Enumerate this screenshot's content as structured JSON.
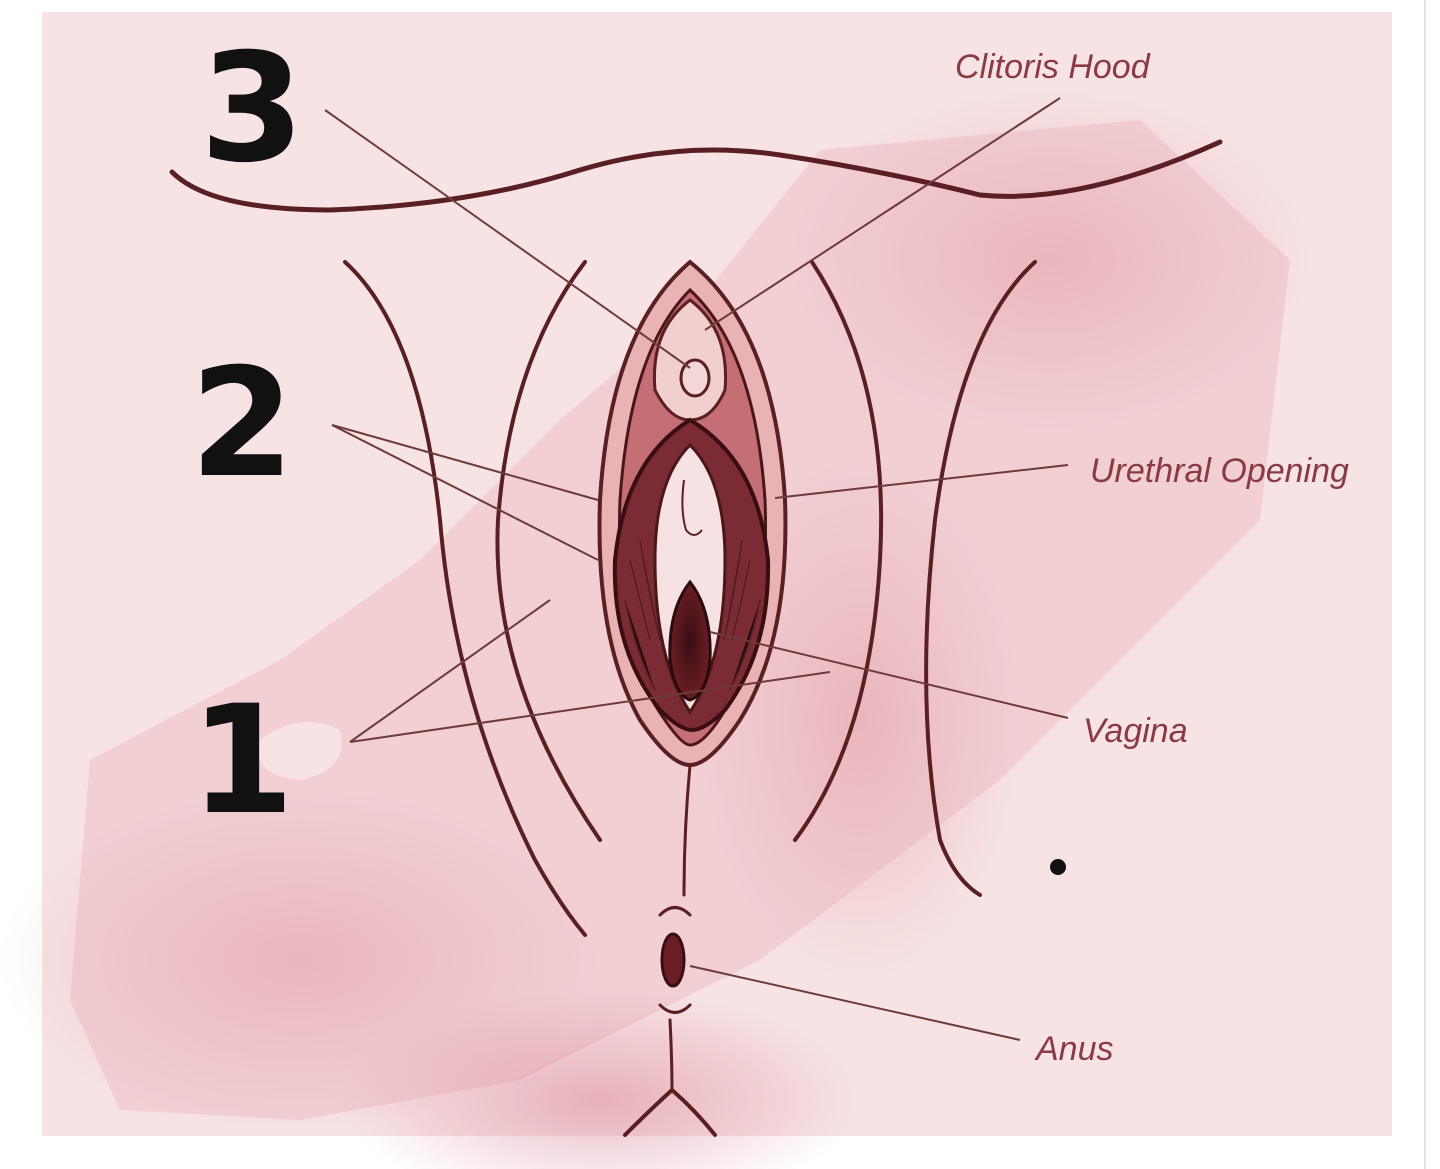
{
  "labels": {
    "clitoris_hood": "Clitoris Hood",
    "urethral_opening": "Urethral Opening",
    "vagina": "Vagina",
    "anus": "Anus"
  },
  "numbers": {
    "three": "3",
    "two": "2",
    "one": "1"
  },
  "colors": {
    "background": "#f7e3e3",
    "watercolor": "#eab9c0",
    "ink": "#5a1f22",
    "label": "#8a3a45",
    "marker": "#111111"
  }
}
